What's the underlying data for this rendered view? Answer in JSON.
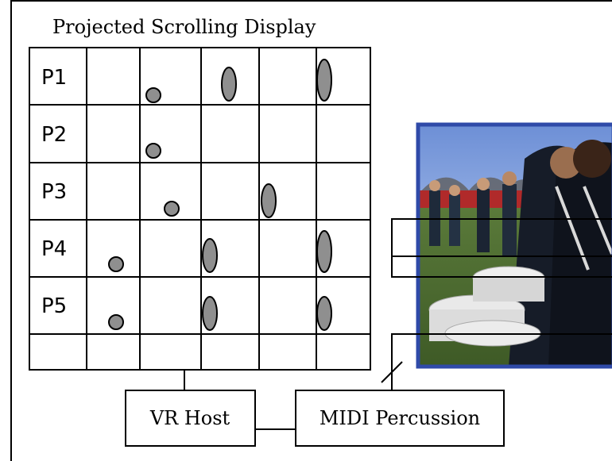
{
  "diagram": {
    "title": "Projected Scrolling Display",
    "row_labels": [
      "P1",
      "P2",
      "P3",
      "P4",
      "P5"
    ],
    "boxes": {
      "vr_host": "VR Host",
      "midi_percussion": "MIDI Percussion"
    },
    "photo": {
      "subject": "drummers-with-snare-drums",
      "border_color": "#2f4aa8"
    },
    "note_color": "#8f8f8f"
  }
}
